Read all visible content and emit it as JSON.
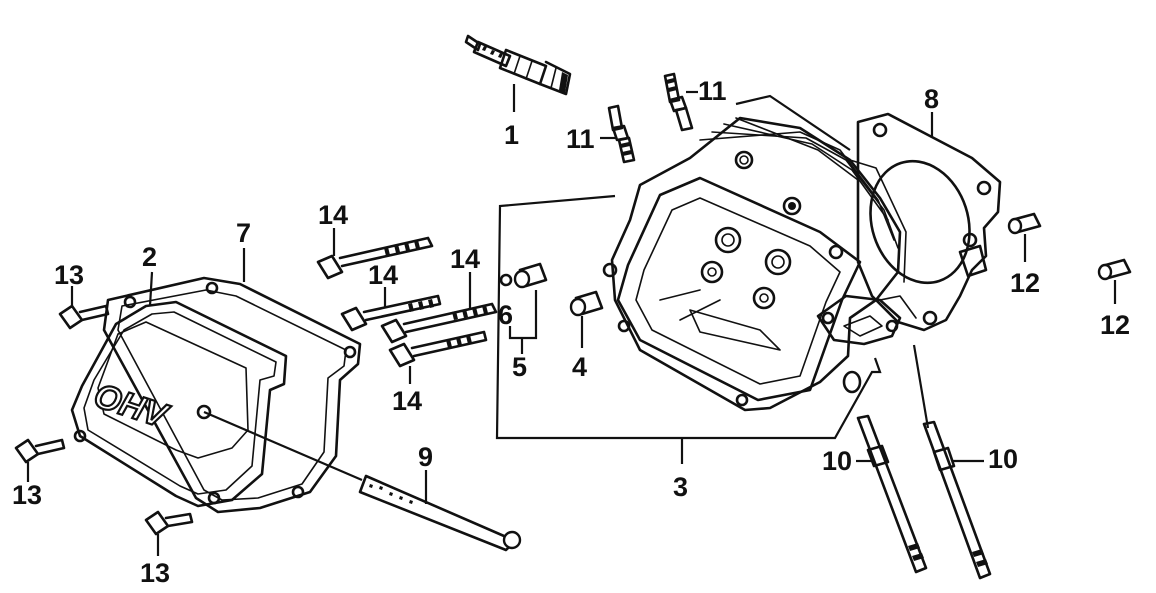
{
  "diagram": {
    "cover_marking": "OHV",
    "callouts": {
      "c1": "1",
      "c2": "2",
      "c3": "3",
      "c4": "4",
      "c5": "5",
      "c6": "6",
      "c7": "7",
      "c8": "8",
      "c9": "9",
      "c10a": "10",
      "c10b": "10",
      "c11a": "11",
      "c11b": "11",
      "c12a": "12",
      "c12b": "12",
      "c13a": "13",
      "c13b": "13",
      "c13c": "13",
      "c14a": "14",
      "c14b": "14",
      "c14c": "14",
      "c14d": "14"
    }
  }
}
